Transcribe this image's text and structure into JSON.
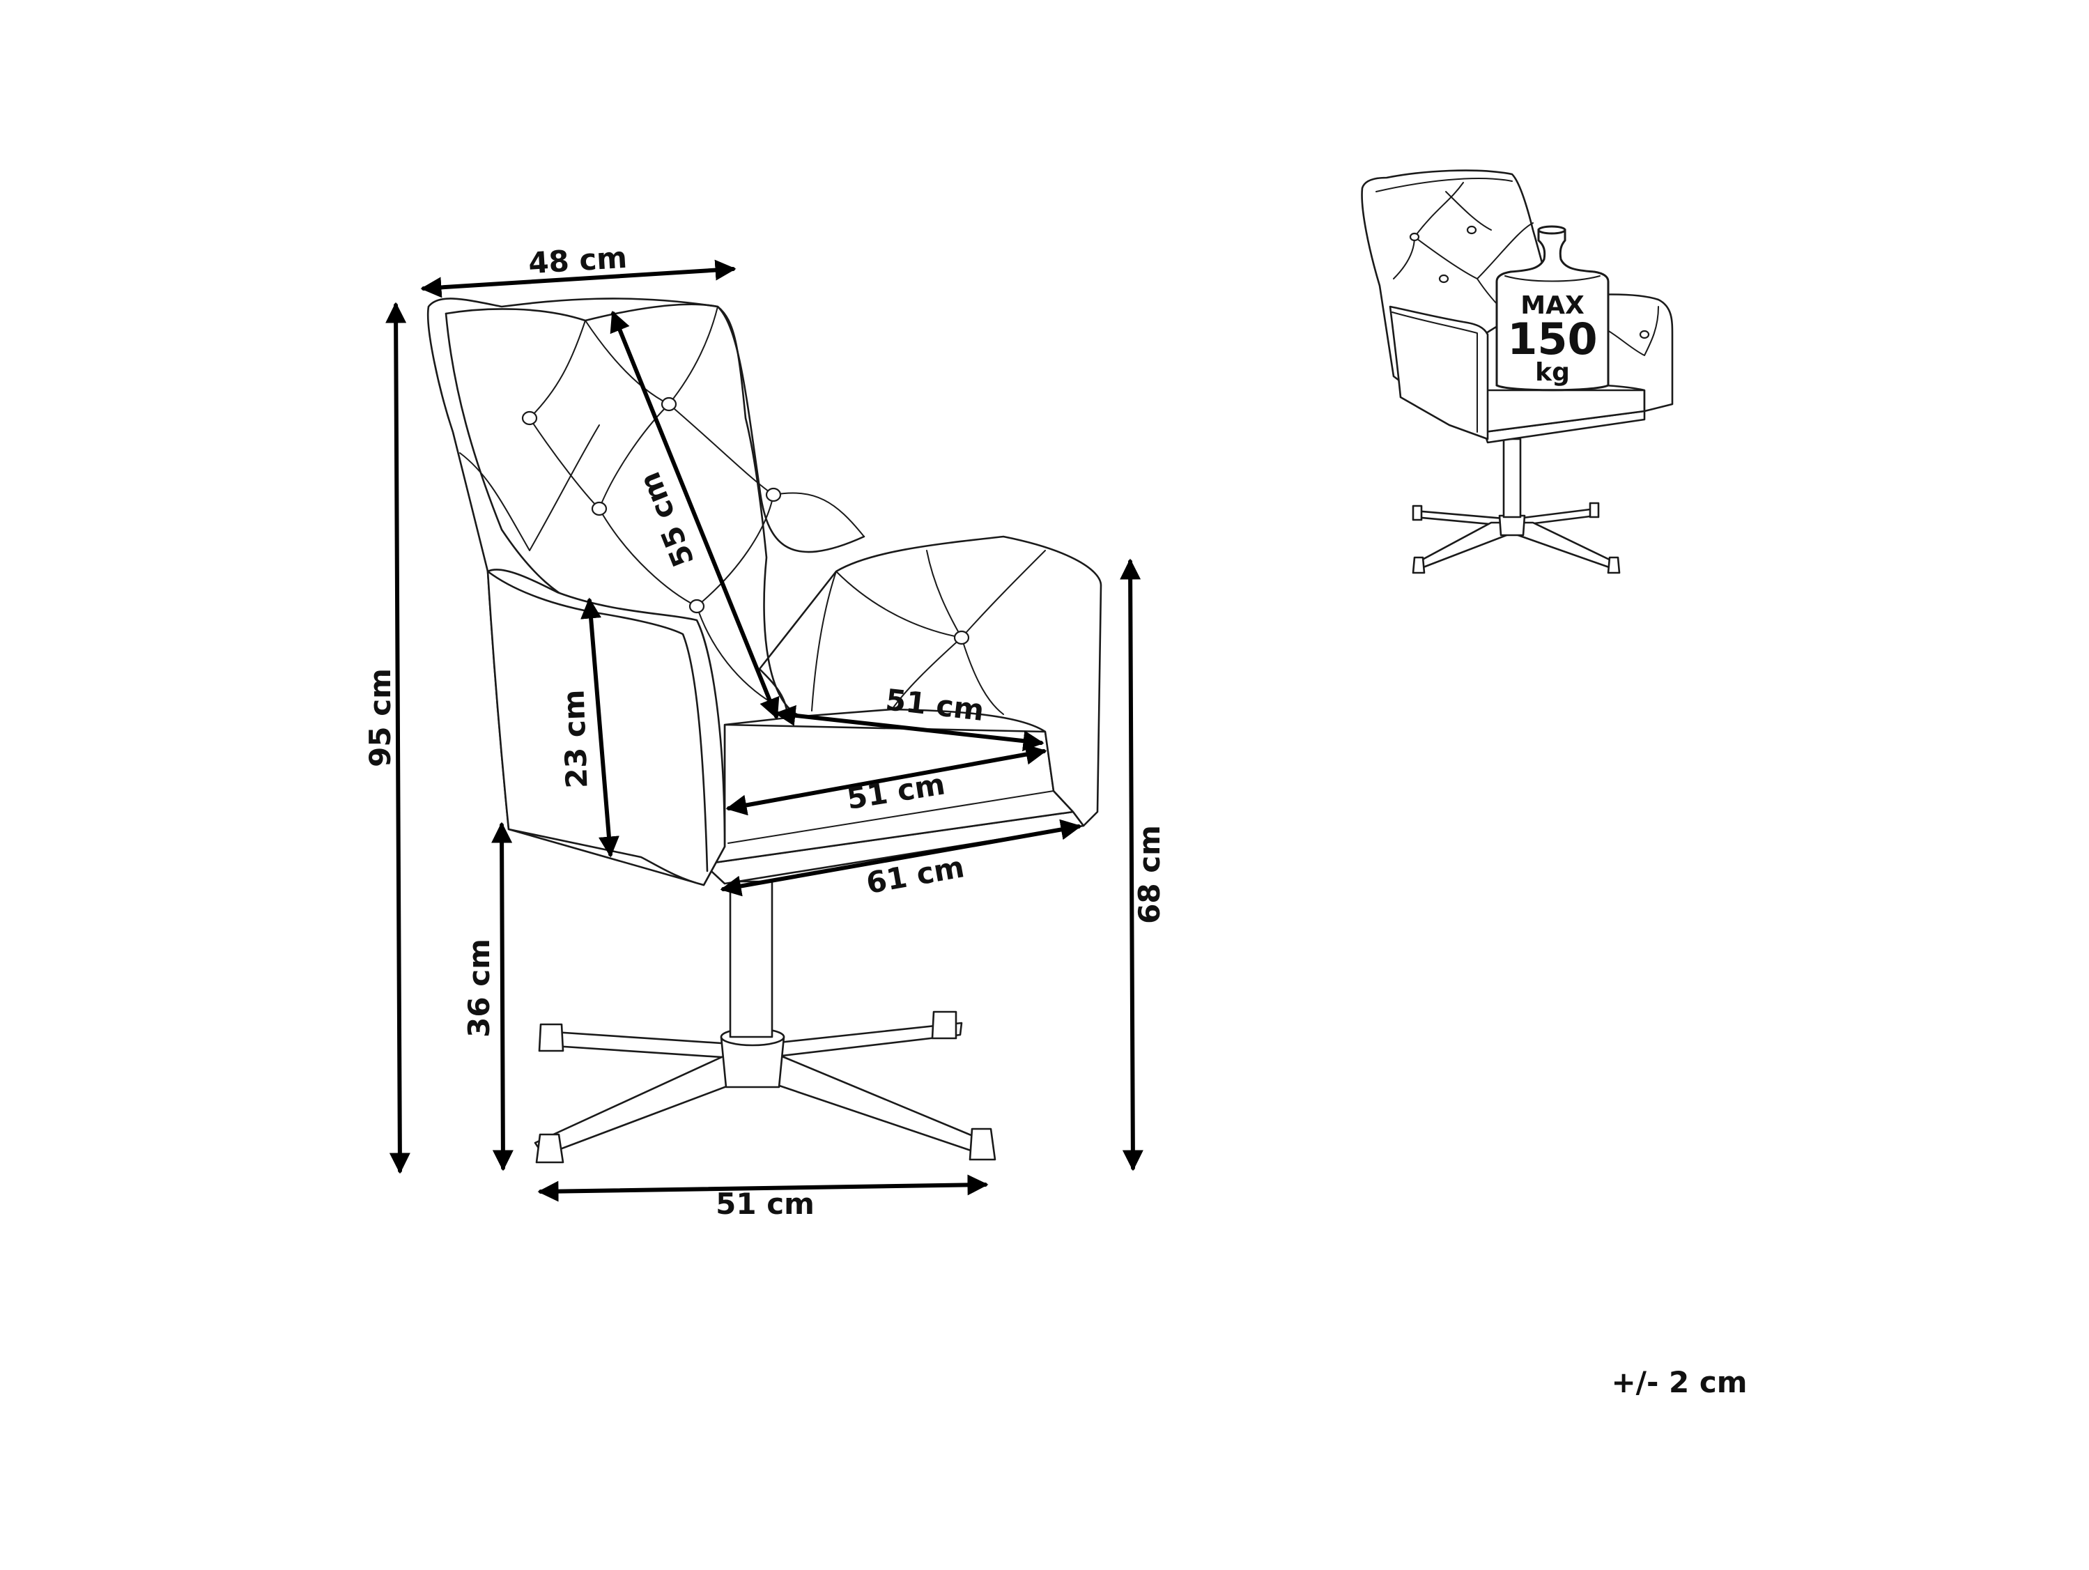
{
  "dimensions": {
    "top_width": "48 cm",
    "total_height": "95 cm",
    "back_height": "55 cm",
    "armrest_height": "23 cm",
    "seat_depth": "51 cm",
    "seat_width": "51 cm",
    "total_width": "61 cm",
    "arm_height": "68 cm",
    "seat_height": "36 cm",
    "base_width": "51 cm"
  },
  "max_load": {
    "label": "MAX",
    "value": "150",
    "unit": "kg"
  },
  "tolerance": "+/- 2 cm"
}
